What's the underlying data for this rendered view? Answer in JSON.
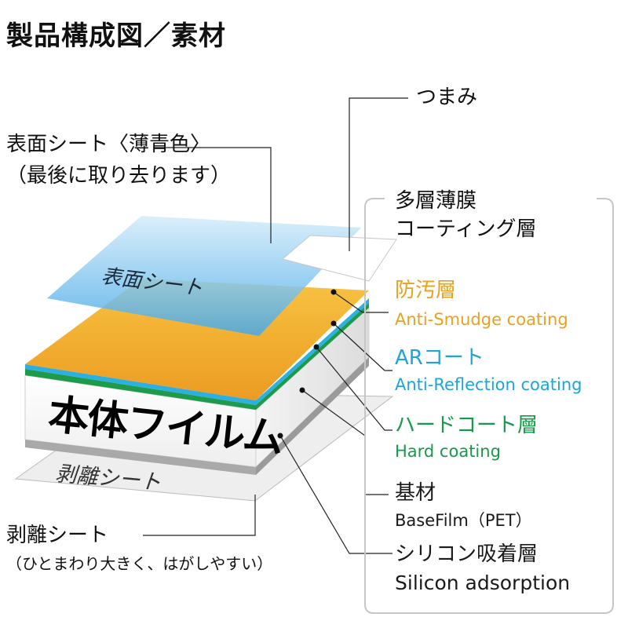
{
  "title": "製品構成図／素材",
  "callouts": {
    "surface_sheet_line1": "表面シート〈薄青色〉",
    "surface_sheet_line2": "（最後に取り去ります）",
    "tab": "つまみ",
    "multilayer_line1": "多層薄膜",
    "multilayer_line2": "コーティング層",
    "release_line1": "剥離シート",
    "release_line2": "（ひとまわり大きく、はがしやすい）"
  },
  "layers": [
    {
      "jp": "防汚層",
      "en": "Anti-Smudge coating",
      "color": "#e8a21c"
    },
    {
      "jp": "ARコート",
      "en": "Anti-Reflection coating",
      "color": "#1ea5d8"
    },
    {
      "jp": "ハードコート層",
      "en": "Hard coating",
      "color": "#169a48"
    },
    {
      "jp": "基材",
      "en": "BaseFilm（PET）",
      "color": "#1a1a1a"
    },
    {
      "jp": "シリコン吸着層",
      "en": "Silicon adsorption",
      "color": "#1a1a1a"
    }
  ],
  "diagram_text": {
    "surface_sheet": "表面シート",
    "body_film": "本体フイルム",
    "release_sheet": "剥離シート"
  }
}
